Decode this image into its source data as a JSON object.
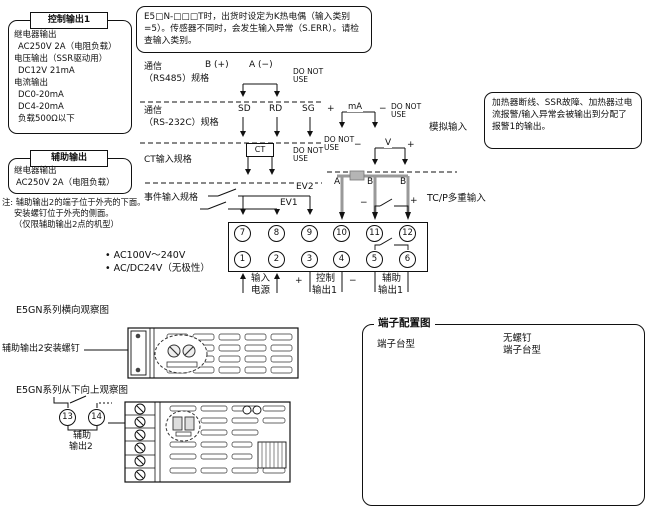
{
  "control_output_box": {
    "title": "控制输出1",
    "lines": [
      "继电器输出",
      "AC250V 2A（电阻负载）",
      "电压输出（SSR驱动用）",
      "DC12V 21mA",
      "电流输出",
      "DC0-20mA",
      "DC4-20mA",
      "负载500Ω以下"
    ]
  },
  "aux_output_box": {
    "title": "辅助输出",
    "lines": [
      "继电器输出",
      "AC250V 2A（电阻负载）"
    ]
  },
  "note": {
    "line1": "注: 辅助输出2的端子位于外壳的下面。",
    "line2": "安装螺钉位于外壳的侧面。",
    "line3": "（仅限辅助输出2点的机型）"
  },
  "sensor_note": "E5□N-□□□T时，出货时设定为K热电偶（输入类别=5）。传感器不同时，会发生输入异常（S.ERR）。请检查输入类别。",
  "alarm_note": "加热器断线、SSR故障、加热器过电流报警/输入异常会被输出到分配了报警1的输出。",
  "sym": {
    "plus": "+",
    "minus": "−"
  },
  "wiring": {
    "rs485": {
      "label1": "通信",
      "label2": "（RS485）规格",
      "b": "B (+)",
      "a": "A (−)"
    },
    "rs232c": {
      "label1": "通信",
      "label2": "（RS-232C）规格",
      "sd": "SD",
      "rd": "RD",
      "sg": "SG"
    },
    "ct": {
      "label": "CT输入规格",
      "box": "CT"
    },
    "event": {
      "label": "事件输入规格",
      "ev1": "EV1",
      "ev2": "EV2"
    },
    "do_not_use": "DO NOT USE",
    "analog": {
      "label": "模拟输入",
      "ma": "mA",
      "v": "V"
    },
    "tcp": {
      "label": "TC/P多重输入",
      "a": "A",
      "b": "B"
    },
    "terminals": {
      "top": [
        "7",
        "8",
        "9",
        "10",
        "11",
        "12"
      ],
      "bottom": [
        "1",
        "2",
        "3",
        "4",
        "5",
        "6"
      ]
    },
    "bottom_labels": {
      "power1": "输入",
      "power2": "电源",
      "ctrl1": "控制",
      "ctrl2": "输出1",
      "aux1": "辅助",
      "aux2": "输出1"
    },
    "power_specs": [
      "• AC100V～240V",
      "• AC/DC24V（无极性）"
    ]
  },
  "views": {
    "side_title": "E5GN系列横向观察图",
    "side_label": "辅助输出2安装螺钉",
    "bottom_title": "E5GN系列从下向上观察图",
    "aux2": {
      "n13": "13",
      "n14": "14",
      "label1": "辅助",
      "label2": "输出2"
    }
  },
  "terminal_config": {
    "title": "端子配置图",
    "screw_label": "端子台型",
    "screwless_label1": "无螺钉",
    "screwless_label2": "端子台型"
  }
}
